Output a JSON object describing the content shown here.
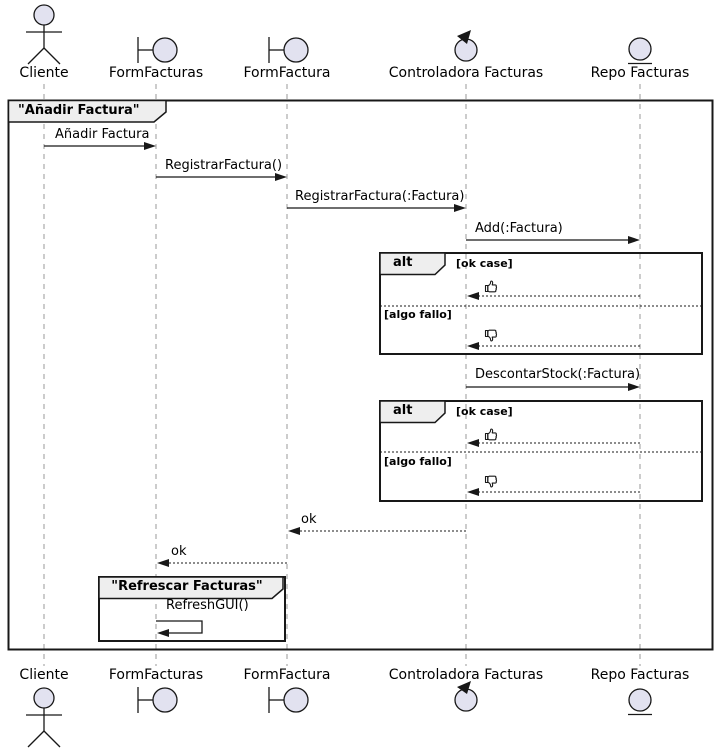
{
  "diagram": {
    "type": "uml-sequence-diagram",
    "frame_title": "\"Añadir Factura\"",
    "group_title": "\"Refrescar Facturas\"",
    "participants": {
      "cliente": "Cliente",
      "form_facturas": "FormFacturas",
      "form_factura": "FormFactura",
      "controladora": "Controladora Facturas",
      "repo": "Repo Facturas"
    },
    "participant_types": {
      "cliente": "actor",
      "form_facturas": "boundary",
      "form_factura": "boundary",
      "controladora": "control",
      "repo": "entity"
    },
    "messages": {
      "anadir_factura": "Añadir Factura",
      "registrar_factura": "RegistrarFactura()",
      "registrar_factura_param": "RegistrarFactura(:Factura)",
      "add_factura": "Add(:Factura)",
      "descontar_stock": "DescontarStock(:Factura)",
      "ok_1": "ok",
      "ok_2": "ok",
      "refresh_gui": "RefreshGUI()"
    },
    "alt": {
      "operator": "alt",
      "guard_ok": "[ok case]",
      "guard_fail": "[algo fallo]"
    },
    "icons": {
      "thumbs_up": "👍",
      "thumbs_down": "👎"
    },
    "colors": {
      "participant_fill": "#E2E2F0",
      "tab_fill": "#EEEEEE",
      "stroke": "#181818",
      "lifeline": "#999999",
      "background": "#FFFFFF"
    }
  }
}
